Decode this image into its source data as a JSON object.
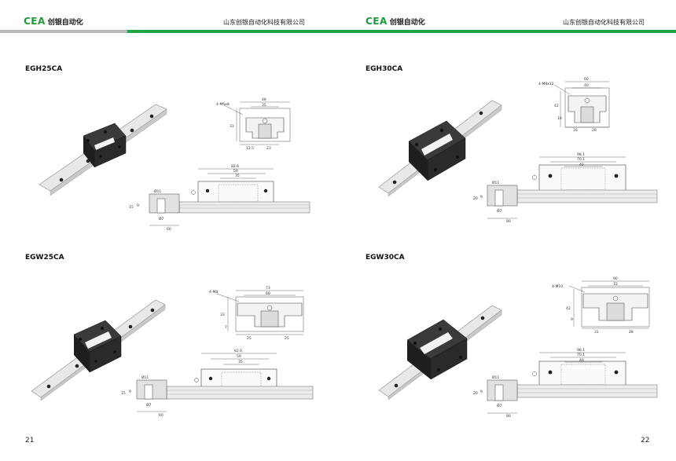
{
  "header": {
    "logo_mark": "CEA",
    "logo_cn": "创银自动化",
    "company": "山东创银自动化科技有限公司"
  },
  "colors": {
    "brand_green": "#1ea646",
    "header_gray": "#b9b9b9"
  },
  "left_page": {
    "page_number": "21",
    "products": [
      {
        "model": "EGH25CA",
        "section": {
          "screw": "4-M6x8",
          "width": "48",
          "inner": "35",
          "height": "33",
          "sub_a": "12.5",
          "sub_b": "23"
        },
        "side": {
          "length": "82.6",
          "mid": "59",
          "inner": "35",
          "hole": "Ø11",
          "h1": "15",
          "h2": "9",
          "pitch_a": "Ø7",
          "pitch": "60"
        }
      },
      {
        "model": "EGW25CA",
        "section": {
          "screw": "4-M8",
          "width": "73",
          "inner": "60",
          "height": "33",
          "sub_a": "25",
          "sub_b": "25",
          "sub_c": "7"
        },
        "side": {
          "length": "82.6",
          "mid": "59",
          "inner": "35",
          "hole": "Ø11",
          "h1": "15",
          "h2": "9",
          "pitch_a": "Ø7",
          "pitch": "60"
        }
      }
    ]
  },
  "right_page": {
    "page_number": "22",
    "products": [
      {
        "model": "EGH30CA",
        "section": {
          "screw": "4-M8x12",
          "width": "60",
          "inner": "40",
          "height": "42",
          "sub_a": "16",
          "sub_b": "28",
          "sub_c": "10"
        },
        "side": {
          "length": "98.1",
          "mid": "70.1",
          "inner": "40",
          "hole": "Ø11",
          "h1": "20",
          "h2": "9",
          "pitch_a": "Ø7",
          "pitch": "80"
        }
      },
      {
        "model": "EGW30CA",
        "section": {
          "screw": "4-M10",
          "width": "90",
          "inner": "72",
          "height": "42",
          "sub_a": "31",
          "sub_b": "28",
          "sub_c": "9"
        },
        "side": {
          "length": "98.1",
          "mid": "70.1",
          "inner": "40",
          "hole": "Ø11",
          "h1": "20",
          "h2": "9",
          "pitch_a": "Ø7",
          "pitch": "80"
        }
      }
    ]
  }
}
